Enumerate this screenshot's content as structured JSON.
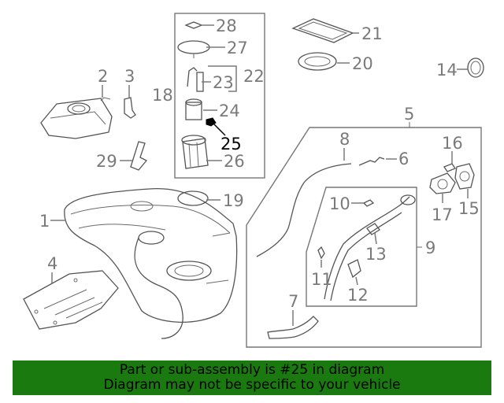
{
  "callouts": {
    "c1": "1",
    "c2": "2",
    "c3": "3",
    "c4": "4",
    "c5": "5",
    "c6": "6",
    "c7": "7",
    "c8": "8",
    "c9": "9",
    "c10": "10",
    "c11": "11",
    "c12": "12",
    "c13": "13",
    "c14": "14",
    "c15": "15",
    "c16": "16",
    "c17": "17",
    "c18": "18",
    "c19": "19",
    "c20": "20",
    "c21": "21",
    "c22": "22",
    "c23": "23",
    "c24": "24",
    "c25": "25",
    "c26": "26",
    "c27": "27",
    "c28": "28",
    "c29": "29"
  },
  "highlight_part": "25",
  "colors": {
    "banner": "#1a7a10",
    "callout": "#7a7a7a",
    "highlight": "#000000"
  },
  "banner": {
    "line1": "Part or sub-assembly is #25 in diagram",
    "line2": "Diagram may not be specific to your vehicle"
  }
}
